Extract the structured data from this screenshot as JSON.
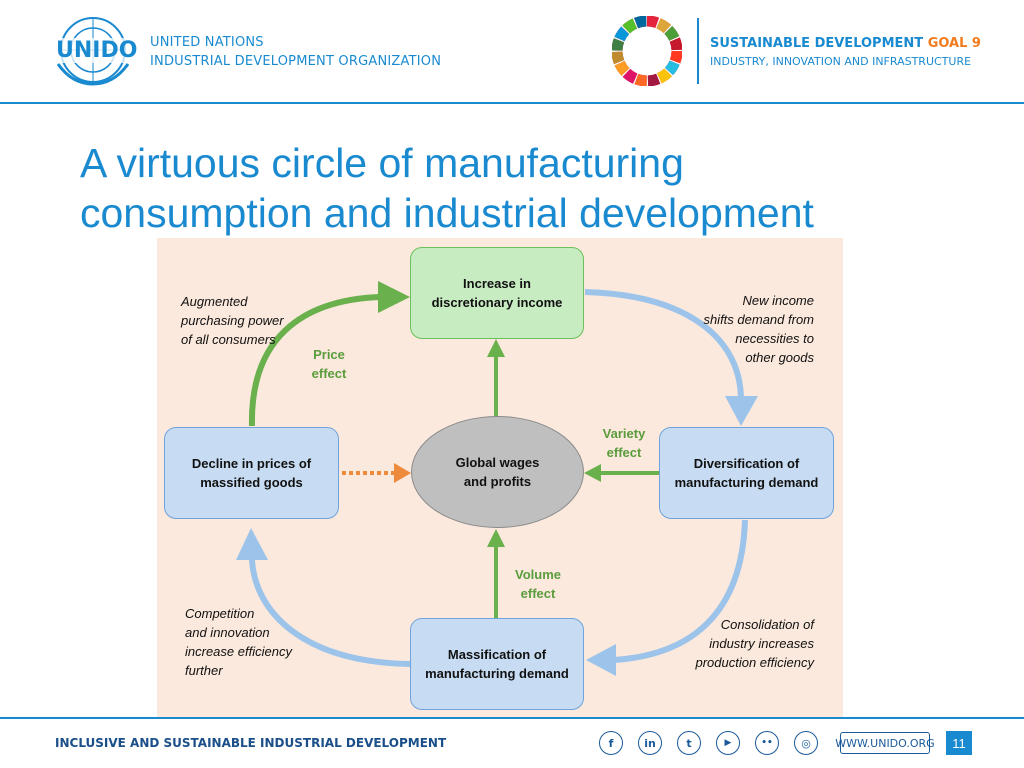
{
  "header": {
    "logo_text": "UNIDO",
    "org_line1": "UNITED NATIONS",
    "org_line2": "INDUSTRIAL DEVELOPMENT ORGANIZATION",
    "sdg_title": "SUSTAINABLE DEVELOPMENT",
    "sdg_goal": "GOAL 9",
    "sdg_subtitle": "INDUSTRY, INNOVATION AND INFRASTRUCTURE"
  },
  "title": {
    "line1": "A virtuous circle of manufacturing",
    "line2": "consumption and industrial development"
  },
  "diagram": {
    "top_box": {
      "line1": "Increase in",
      "line2": "discretionary income"
    },
    "left_box": {
      "line1": "Decline in prices of",
      "line2": "massified goods"
    },
    "center": {
      "line1": "Global wages",
      "line2": "and profits"
    },
    "right_box": {
      "line1": "Diversification of",
      "line2": "manufacturing demand"
    },
    "bottom_box": {
      "line1": "Massification of",
      "line2": "manufacturing demand"
    },
    "note_top_left": [
      "Augmented",
      "purchasing power",
      "of all consumers"
    ],
    "note_top_right": [
      "New income",
      "shifts demand from",
      "necessities to",
      "other goods"
    ],
    "note_bottom_left": [
      "Competition",
      "and innovation",
      "increase efficiency",
      "further"
    ],
    "note_bottom_right": [
      "Consolidation of",
      "industry increases",
      "production efficiency"
    ],
    "price_effect": [
      "Price",
      "effect"
    ],
    "variety_effect": [
      "Variety",
      "effect"
    ],
    "volume_effect": [
      "Volume",
      "effect"
    ],
    "colors": {
      "green_arrow": "#6ab04c",
      "blue_arrow": "#9cc3ea",
      "dotted_arrow": "#ee8a3c"
    }
  },
  "footer": {
    "tagline": "INCLUSIVE AND SUSTAINABLE INDUSTRIAL DEVELOPMENT",
    "social_icons": [
      "facebook-icon",
      "linkedin-icon",
      "twitter-icon",
      "youtube-icon",
      "flickr-icon",
      "instagram-icon"
    ],
    "facebook": "f",
    "linkedin": "in",
    "twitter": "t",
    "youtube": "▶",
    "flickr": "••",
    "instagram": "◎",
    "website": "WWW.UNIDO.ORG",
    "page_number": "11"
  }
}
